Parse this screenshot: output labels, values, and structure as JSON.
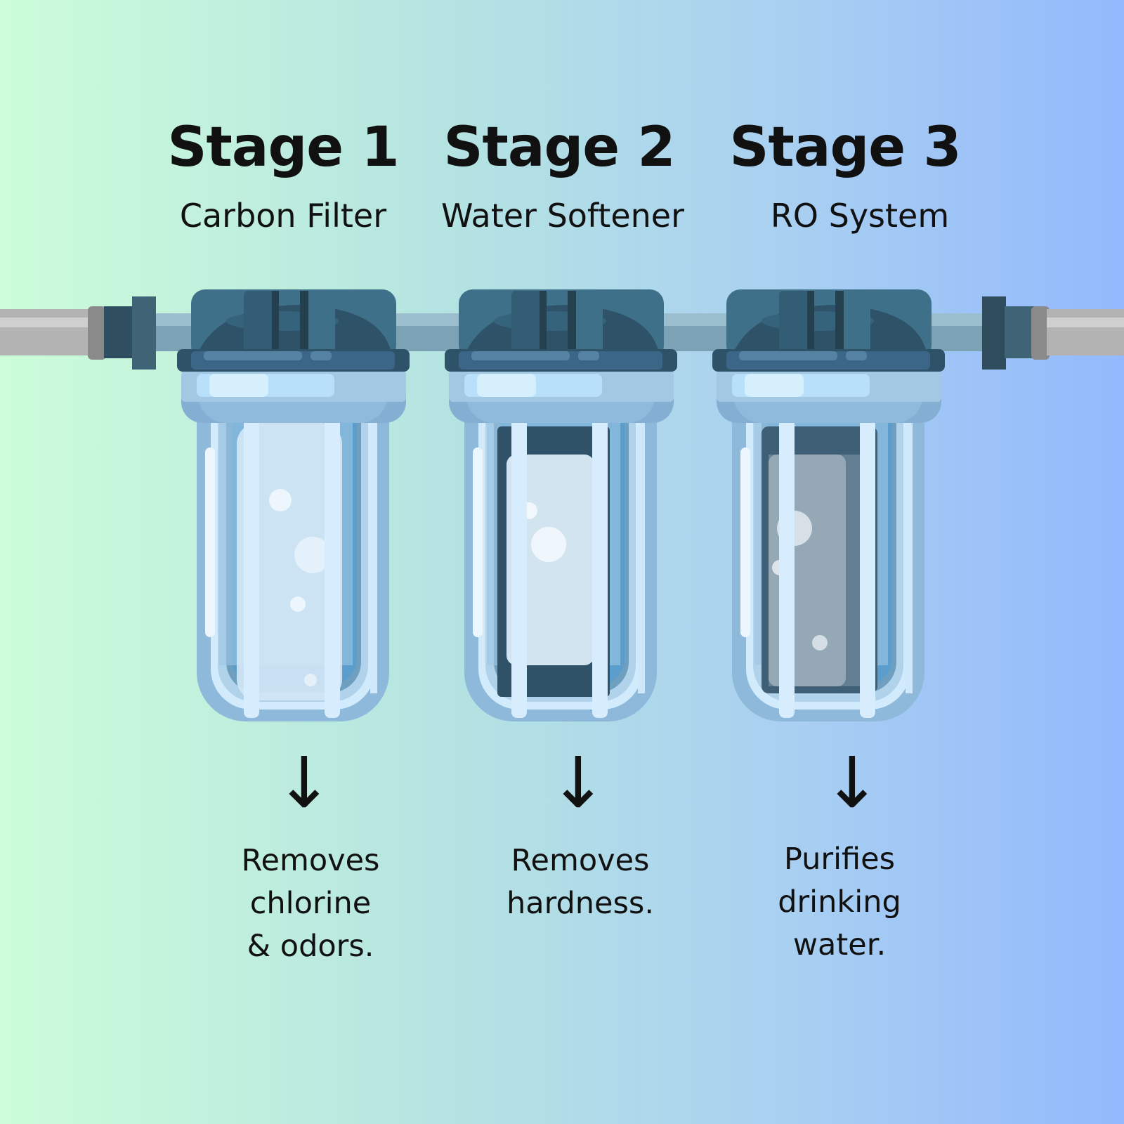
{
  "stages": [
    {
      "title": "Stage 1",
      "name": "Carbon Filter",
      "arrow": "↓",
      "description": [
        "Removes",
        "chlorine",
        "& odors."
      ],
      "cartridge": "carbon"
    },
    {
      "title": "Stage 2",
      "name": "Water Softener",
      "arrow": "↓",
      "description": [
        "Removes",
        "hardness."
      ],
      "cartridge": "softener"
    },
    {
      "title": "Stage 3",
      "name": "RO System",
      "arrow": "↓",
      "description": [
        "Purifies",
        "drinking",
        "water."
      ],
      "cartridge": "ro"
    }
  ],
  "colors": {
    "cap": "#3f7089",
    "cap_dark": "#2e5369",
    "bowl": "#8eb9da",
    "water": "#5b9dcc",
    "pipe": "#b3b3b3"
  }
}
